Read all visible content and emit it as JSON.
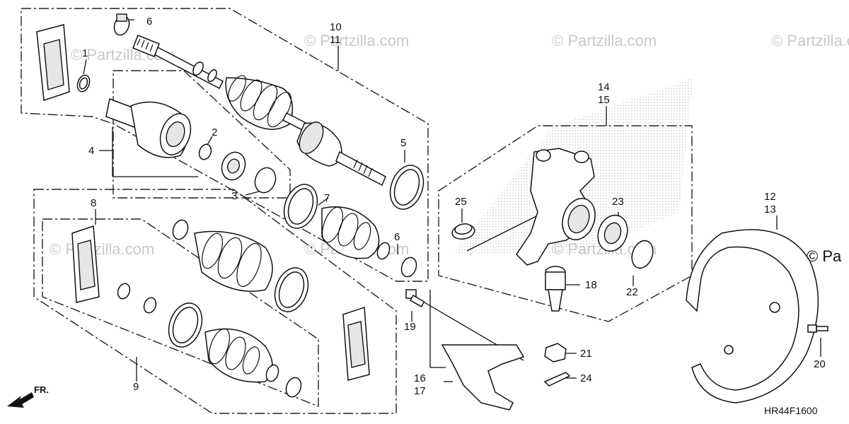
{
  "diagram_code": "HR44F1600",
  "front_indicator": "FR.",
  "watermarks": [
    "© Partzilla.com",
    "© Partzilla.com",
    "© Partzilla.com",
    "© Partzilla.com",
    "© Partzilla.com",
    "© Partzilla.com",
    "© Partzilla.com",
    "© Pa"
  ],
  "callouts": {
    "c1": "1",
    "c2": "2",
    "c3": "3",
    "c4": "4",
    "c5": "5",
    "c6a": "6",
    "c6b": "6",
    "c7": "7",
    "c8": "8",
    "c9": "9",
    "c10": "10",
    "c11": "11",
    "c12": "12",
    "c13": "13",
    "c14": "14",
    "c15": "15",
    "c16": "16",
    "c17": "17",
    "c18": "18",
    "c19": "19",
    "c20": "20",
    "c21": "21",
    "c22": "22",
    "c23": "23",
    "c24": "24",
    "c25": "25"
  }
}
